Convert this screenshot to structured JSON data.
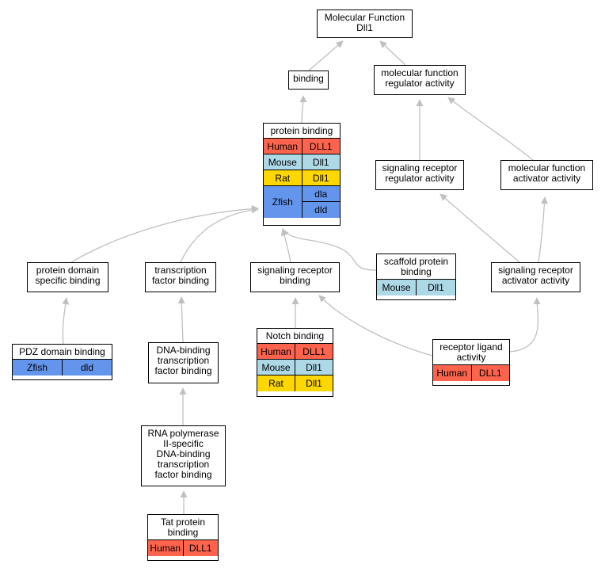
{
  "nodes": {
    "mf_dll1": {
      "title": [
        "Molecular Function",
        "Dll1"
      ],
      "rows": []
    },
    "binding": {
      "title": [
        "binding"
      ],
      "rows": []
    },
    "mf_regulator": {
      "title": [
        "molecular function",
        "regulator activity"
      ],
      "rows": []
    },
    "protein_binding": {
      "title": [
        "protein binding"
      ],
      "rows": [
        {
          "species": "Human",
          "genes": [
            "DLL1"
          ],
          "color": "#fe634d"
        },
        {
          "species": "Mouse",
          "genes": [
            "Dll1"
          ],
          "color": "#add8e6"
        },
        {
          "species": "Rat",
          "genes": [
            "Dll1"
          ],
          "color": "#ffd700"
        },
        {
          "species": "Zfish",
          "genes": [
            "dla",
            "dld"
          ],
          "color": "#6495ed"
        }
      ]
    },
    "sr_regulator": {
      "title": [
        "signaling receptor",
        "regulator activity"
      ],
      "rows": []
    },
    "mf_activator": {
      "title": [
        "molecular function",
        "activator activity"
      ],
      "rows": []
    },
    "protein_domain": {
      "title": [
        "protein domain",
        "specific binding"
      ],
      "rows": []
    },
    "tf_binding": {
      "title": [
        "transcription",
        "factor binding"
      ],
      "rows": []
    },
    "sr_binding": {
      "title": [
        "signaling receptor",
        "binding"
      ],
      "rows": []
    },
    "scaffold": {
      "title": [
        "scaffold protein",
        "binding"
      ],
      "rows": [
        {
          "species": "Mouse",
          "genes": [
            "Dll1"
          ],
          "color": "#add8e6"
        }
      ]
    },
    "sr_activator": {
      "title": [
        "signaling receptor",
        "activator activity"
      ],
      "rows": []
    },
    "pdz": {
      "title": [
        "PDZ domain binding"
      ],
      "rows": [
        {
          "species": "Zfish",
          "genes": [
            "dld"
          ],
          "color": "#6495ed"
        }
      ]
    },
    "dna_binding_tf": {
      "title": [
        "DNA-binding",
        "transcription",
        "factor binding"
      ],
      "rows": []
    },
    "notch": {
      "title": [
        "Notch binding"
      ],
      "rows": [
        {
          "species": "Human",
          "genes": [
            "DLL1"
          ],
          "color": "#fe634d"
        },
        {
          "species": "Mouse",
          "genes": [
            "Dll1"
          ],
          "color": "#add8e6"
        },
        {
          "species": "Rat",
          "genes": [
            "Dll1"
          ],
          "color": "#ffd700"
        }
      ]
    },
    "receptor_ligand": {
      "title": [
        "receptor ligand",
        "activity"
      ],
      "rows": [
        {
          "species": "Human",
          "genes": [
            "DLL1"
          ],
          "color": "#fe634d"
        }
      ]
    },
    "rna_pol": {
      "title": [
        "RNA polymerase",
        "II-specific",
        "DNA-binding",
        "transcription",
        "factor binding"
      ],
      "rows": []
    },
    "tat": {
      "title": [
        "Tat protein",
        "binding"
      ],
      "rows": [
        {
          "species": "Human",
          "genes": [
            "DLL1"
          ],
          "color": "#fe634d"
        }
      ]
    }
  },
  "edges": [
    [
      "binding",
      "mf_dll1"
    ],
    [
      "mf_regulator",
      "mf_dll1"
    ],
    [
      "protein_binding",
      "binding"
    ],
    [
      "sr_regulator",
      "mf_regulator"
    ],
    [
      "mf_activator",
      "mf_regulator"
    ],
    [
      "protein_domain",
      "protein_binding"
    ],
    [
      "tf_binding",
      "protein_binding"
    ],
    [
      "sr_binding",
      "protein_binding"
    ],
    [
      "scaffold",
      "protein_binding"
    ],
    [
      "sr_activator",
      "sr_regulator"
    ],
    [
      "sr_activator",
      "mf_activator"
    ],
    [
      "pdz",
      "protein_domain"
    ],
    [
      "dna_binding_tf",
      "tf_binding"
    ],
    [
      "notch",
      "sr_binding"
    ],
    [
      "receptor_ligand",
      "sr_binding"
    ],
    [
      "receptor_ligand",
      "sr_activator"
    ],
    [
      "rna_pol",
      "dna_binding_tf"
    ],
    [
      "tat",
      "rna_pol"
    ]
  ]
}
